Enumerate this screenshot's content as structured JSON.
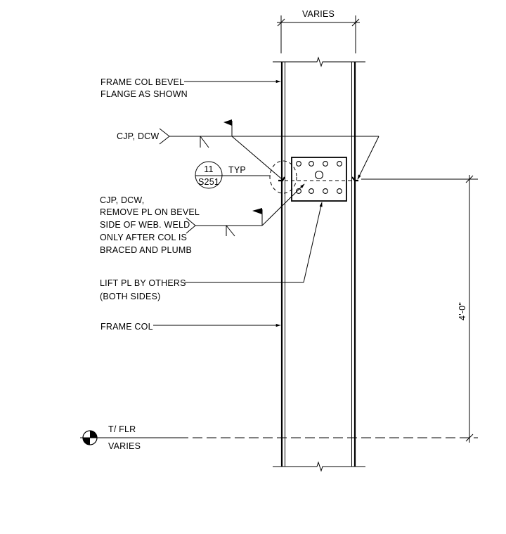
{
  "dimensions": {
    "top_width": "VARIES",
    "lift_height": "4'-0\""
  },
  "callouts": {
    "frame_col_bevel": [
      "FRAME COL BEVEL",
      "FLANGE AS SHOWN"
    ],
    "weld_top": "CJP, DCW",
    "weld_bottom": [
      "CJP, DCW,",
      "REMOVE PL ON BEVEL",
      "SIDE OF WEB. WELD",
      "ONLY AFTER COL IS",
      "BRACED AND PLUMB"
    ],
    "lift_plate": [
      "LIFT PL BY OTHERS",
      "(BOTH SIDES)"
    ],
    "frame_col": "FRAME COL"
  },
  "detail_ref": {
    "number": "11",
    "sheet": "S251",
    "note": "TYP"
  },
  "elevation": {
    "label": "T/ FLR",
    "value": "VARIES"
  }
}
